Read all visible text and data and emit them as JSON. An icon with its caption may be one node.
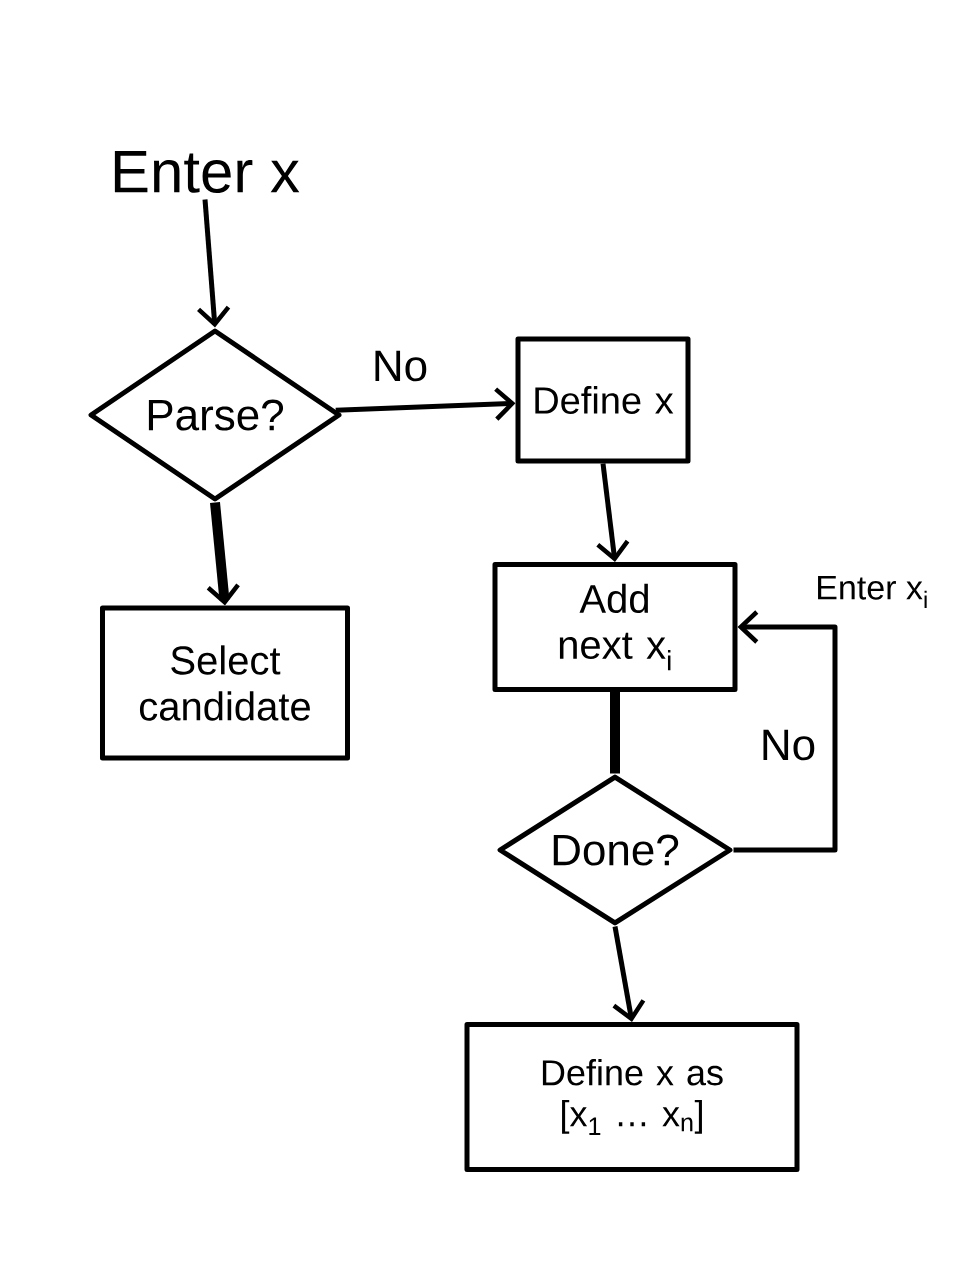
{
  "diagram": {
    "nodes": [
      {
        "text": [
          "Enter x"
        ]
      },
      {
        "text": [
          "Parse?"
        ]
      },
      {
        "text": [
          "Define x"
        ]
      },
      {
        "text": [
          "Select candidate"
        ]
      },
      {
        "text": [
          "Add next x$_{i}$"
        ]
      },
      {
        "text": [
          "Done?"
        ]
      },
      {
        "text": [
          "Define x as [x$_{1}$ … x$_{n}$]"
        ]
      }
    ],
    "edges": [
      {
        "from": 0,
        "to": 1,
        "arrow": "to"
      },
      {
        "from": 1,
        "to": 2,
        "arrow": "to",
        "label": "No"
      },
      {
        "from": 1,
        "to": 3,
        "arrow": "to",
        "style": "thick"
      },
      {
        "from": 2,
        "to": 4,
        "arrow": "to"
      },
      {
        "from": 4,
        "to": 5,
        "arrow": "none",
        "style": "thick"
      },
      {
        "from": 5,
        "to": 4,
        "arrow": "to",
        "label": "No"
      },
      {
        "from": 5,
        "to": 6,
        "arrow": "to"
      }
    ],
    "labels": [
      "Enter x$_{i}$"
    ]
  }
}
